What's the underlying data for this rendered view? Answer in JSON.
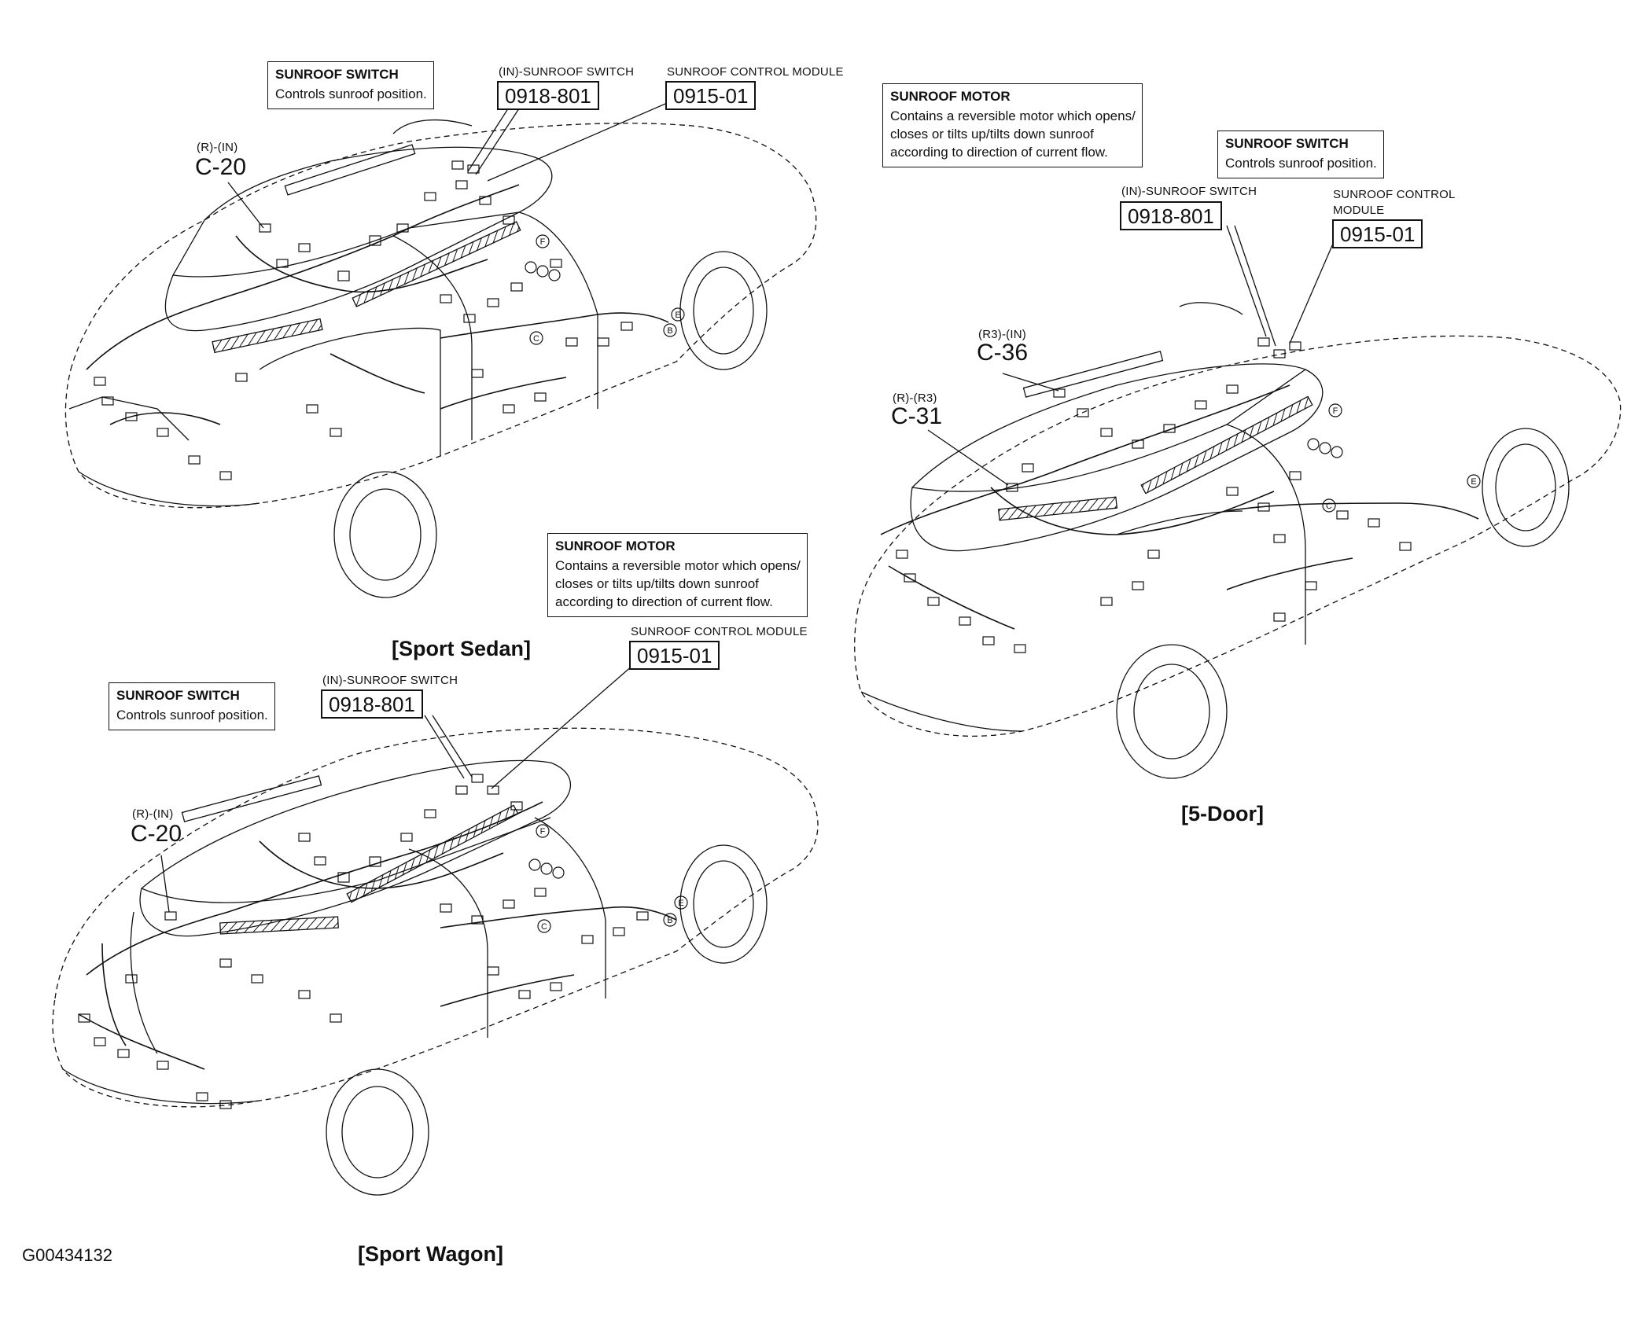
{
  "figure_id": "G00434132",
  "variants": {
    "sport_sedan": {
      "title": "[Sport Sedan]",
      "switch_box": {
        "title": "SUNROOF SWITCH",
        "body": "Controls sunroof position."
      },
      "switch_label": "(IN)-SUNROOF SWITCH",
      "switch_code": "0918-801",
      "module_label": "SUNROOF CONTROL MODULE",
      "module_code": "0915-01",
      "connector_pin": "(R)-(IN)",
      "connector_code": "C-20"
    },
    "five_door": {
      "title": "[5-Door]",
      "motor_box": {
        "title": "SUNROOF MOTOR",
        "lines": [
          "Contains a reversible motor which opens/",
          "closes or tilts up/tilts down sunroof",
          "according to direction of current flow."
        ]
      },
      "switch_box": {
        "title": "SUNROOF SWITCH",
        "body": "Controls sunroof position."
      },
      "switch_label": "(IN)-SUNROOF SWITCH",
      "switch_code": "0918-801",
      "module_label_lines": [
        "SUNROOF CONTROL",
        "MODULE"
      ],
      "module_code": "0915-01",
      "connector_a_pin": "(R3)-(IN)",
      "connector_a_code": "C-36",
      "connector_b_pin": "(R)-(R3)",
      "connector_b_code": "C-31"
    },
    "sport_wagon": {
      "title": "[Sport Wagon]",
      "motor_box": {
        "title": "SUNROOF MOTOR",
        "lines": [
          "Contains a reversible motor which opens/",
          "closes or tilts up/tilts down sunroof",
          "according to direction of current flow."
        ]
      },
      "switch_box": {
        "title": "SUNROOF SWITCH",
        "body": "Controls sunroof position."
      },
      "switch_label": "(IN)-SUNROOF SWITCH",
      "switch_code": "0918-801",
      "module_label": "SUNROOF CONTROL MODULE",
      "module_code": "0915-01",
      "connector_pin": "(R)-(IN)",
      "connector_code": "C-20"
    }
  },
  "ground_points": [
    "B",
    "C",
    "E",
    "F"
  ],
  "colors": {
    "line": "#111111",
    "background": "#ffffff"
  }
}
